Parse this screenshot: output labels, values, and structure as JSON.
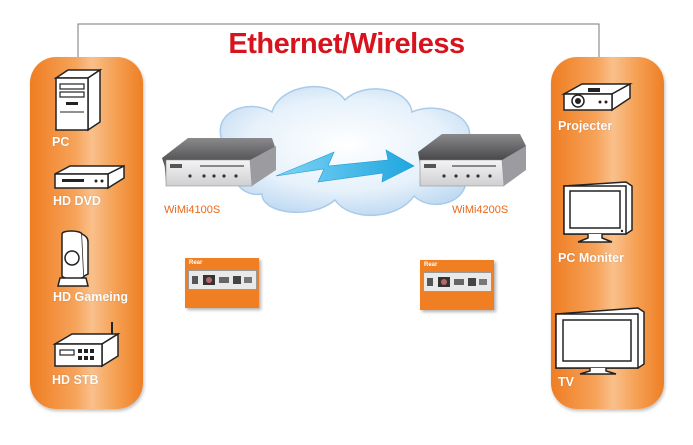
{
  "title": "Ethernet/Wireless",
  "sources": [
    {
      "label": "PC",
      "icon": "pc-tower-icon"
    },
    {
      "label": "HD DVD",
      "icon": "dvd-player-icon"
    },
    {
      "label": "HD Gameing",
      "icon": "game-console-icon"
    },
    {
      "label": "HD STB",
      "icon": "set-top-box-icon"
    }
  ],
  "displays": [
    {
      "label": "Projecter",
      "icon": "projector-icon"
    },
    {
      "label": "PC Moniter",
      "icon": "monitor-icon"
    },
    {
      "label": "TV",
      "icon": "tv-icon"
    }
  ],
  "transmitter": {
    "model": "WiMi4100S",
    "rear_label": "Rear"
  },
  "receiver": {
    "model": "WiMi4200S",
    "rear_label": "Rear"
  },
  "colors": {
    "title": "#d7141e",
    "panel": "#ef7d22",
    "model_text": "#e8671b",
    "link_arrow": "#2fb4e8",
    "cloud": "#c5dff4"
  }
}
